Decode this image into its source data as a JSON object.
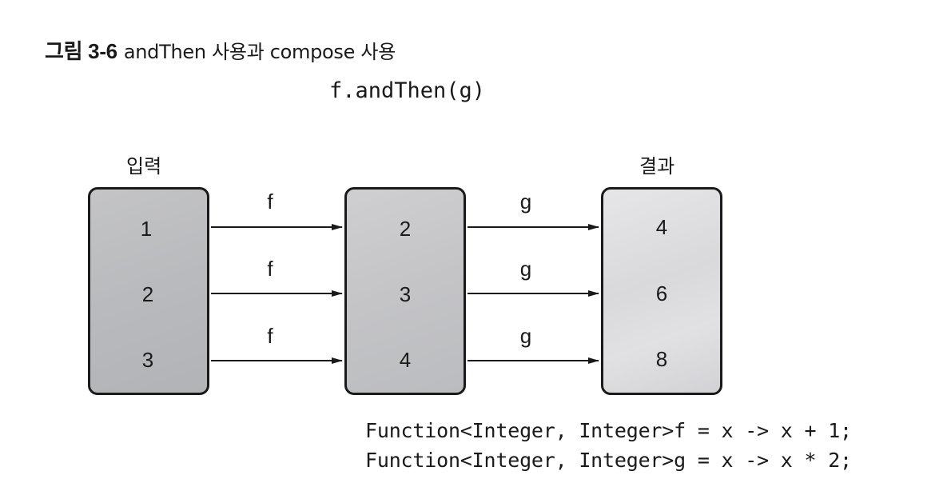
{
  "figure": {
    "number": "그림 3-6",
    "title": "andThen 사용과 compose 사용"
  },
  "expression": "f.andThen(g)",
  "columns": {
    "input_label": "입력",
    "result_label": "결과"
  },
  "values": {
    "input": [
      "1",
      "2",
      "3"
    ],
    "middle": [
      "2",
      "3",
      "4"
    ],
    "result": [
      "4",
      "6",
      "8"
    ]
  },
  "functions": {
    "first": [
      "f",
      "f",
      "f"
    ],
    "second": [
      "g",
      "g",
      "g"
    ]
  },
  "code": [
    "Function<Integer, Integer>f = x -> x + 1;",
    "Function<Integer, Integer>g = x -> x * 2;"
  ]
}
